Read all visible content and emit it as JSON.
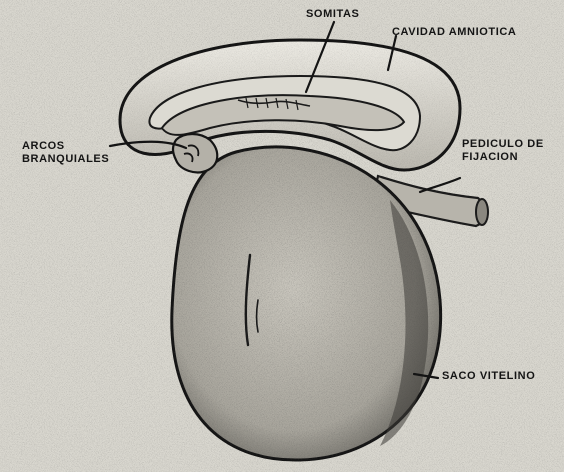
{
  "labels": {
    "somitas": "SOMITAS",
    "cavidad_amniotica": "CAVIDAD AMNIOTICA",
    "arcos_branquiales": [
      "ARCOS",
      "BRANQUIALES"
    ],
    "pediculo_de_fijacion": [
      "PEDICULO DE",
      "FIJACION"
    ],
    "saco_vitelino": "SACO VITELINO"
  },
  "colors": {
    "background": "#d9d7cf",
    "ink": "#141414",
    "yolk_sac_fill": "#b9b6ad",
    "amnion_fill": "#e4e2da"
  }
}
